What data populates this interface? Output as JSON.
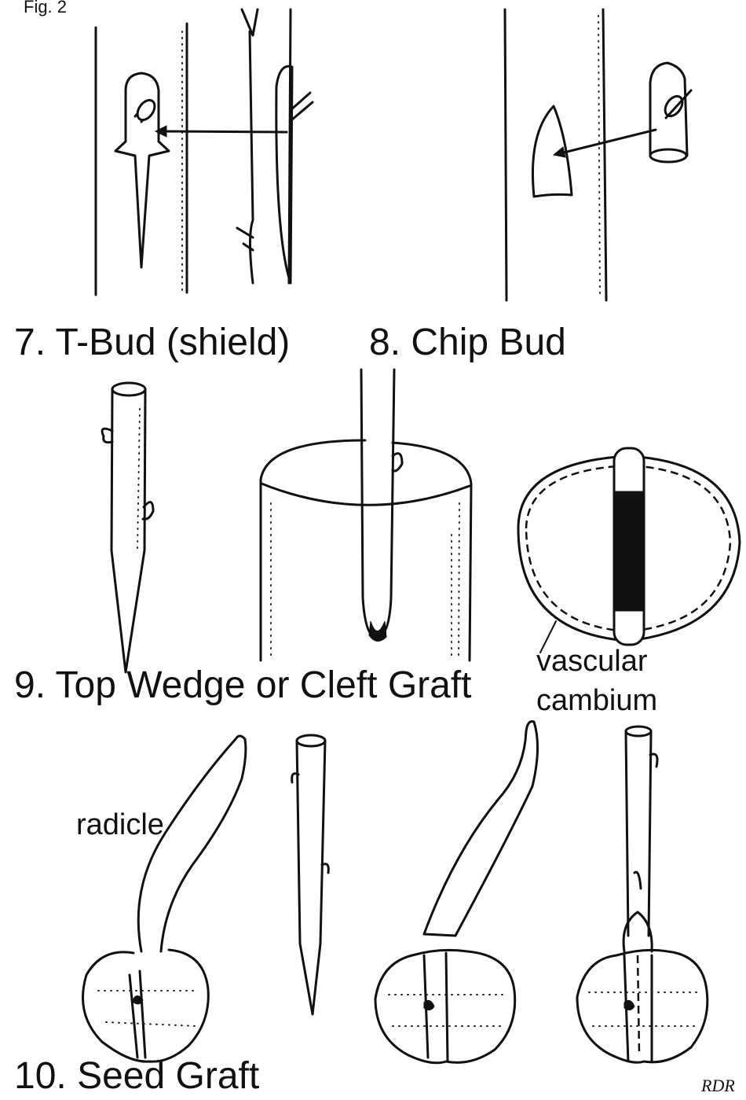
{
  "figure_label": "Fig. 2",
  "captions": {
    "t_bud": "7. T-Bud (shield)",
    "chip_bud": "8. Chip Bud",
    "cleft_graft": "9. Top Wedge or Cleft Graft",
    "seed_graft": "10. Seed Graft"
  },
  "labels": {
    "vascular": "vascular",
    "cambium": "cambium",
    "radicle": "radicle"
  },
  "signature": "RDR"
}
